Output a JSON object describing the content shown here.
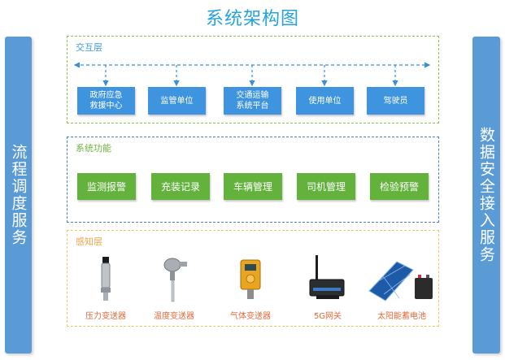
{
  "title": "系统架构图",
  "left_bar": "流程调度服务",
  "right_bar": "数据安全接入服务",
  "interaction_layer": {
    "title": "交互层",
    "units": [
      {
        "label_lines": [
          "政府应急",
          "救援中心"
        ]
      },
      {
        "label_lines": [
          "监管单位"
        ]
      },
      {
        "label_lines": [
          "交通运输",
          "系统平台"
        ]
      },
      {
        "label_lines": [
          "使用单位"
        ]
      },
      {
        "label_lines": [
          "驾驶员"
        ]
      }
    ]
  },
  "function_layer": {
    "title": "系统功能",
    "modules": [
      "监测报警",
      "充装记录",
      "车辆管理",
      "司机管理",
      "检验预警"
    ]
  },
  "sensing_layer": {
    "title": "感知层",
    "devices": [
      {
        "label": "压力变送器",
        "icon": "pressure-transmitter-icon"
      },
      {
        "label": "温度变送器",
        "icon": "temperature-transmitter-icon"
      },
      {
        "label": "气体变送器",
        "icon": "gas-transmitter-icon"
      },
      {
        "label": "5G网关",
        "icon": "5g-gateway-icon"
      },
      {
        "label": "太阳能蓄电池",
        "icon": "solar-battery-icon"
      }
    ]
  },
  "colors": {
    "title": "#25a3dc",
    "side_bar": "#5b9bd5",
    "unit_box": "#3f94e0",
    "function_box": "#63b23c",
    "device_label": "#e06a3a"
  }
}
